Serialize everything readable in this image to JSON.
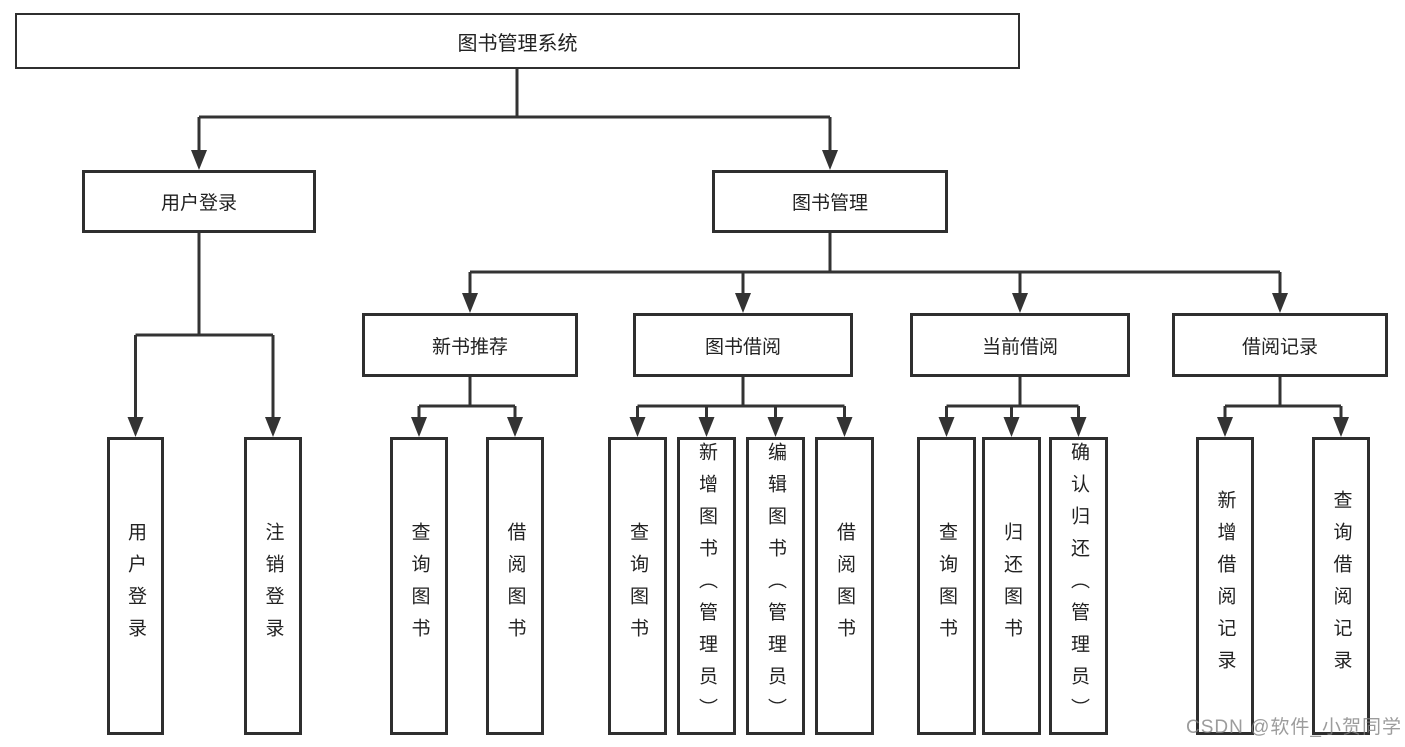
{
  "nodes": {
    "root": {
      "label": "图书管理系统"
    },
    "user_login": {
      "label": "用户登录",
      "children": [
        {
          "label": "用户登录"
        },
        {
          "label": "注销登录"
        }
      ]
    },
    "book_mgmt": {
      "label": "图书管理",
      "children": [
        {
          "label": "新书推荐",
          "children": [
            {
              "label": "查询图书"
            },
            {
              "label": "借阅图书"
            }
          ]
        },
        {
          "label": "图书借阅",
          "children": [
            {
              "label": "查询图书"
            },
            {
              "label": "新增图书（管理员）"
            },
            {
              "label": "编辑图书（管理员）"
            },
            {
              "label": "借阅图书"
            }
          ]
        },
        {
          "label": "当前借阅",
          "children": [
            {
              "label": "查询图书"
            },
            {
              "label": "归还图书"
            },
            {
              "label": "确认归还（管理员）"
            }
          ]
        },
        {
          "label": "借阅记录",
          "children": [
            {
              "label": "新增借阅记录"
            },
            {
              "label": "查询借阅记录"
            }
          ]
        }
      ]
    }
  },
  "watermark": "CSDN @软件_小贺同学",
  "colors": {
    "border": "#2f2f2f",
    "line": "#333333",
    "text": "#222222",
    "watermark": "#808080",
    "background": "#ffffff"
  }
}
